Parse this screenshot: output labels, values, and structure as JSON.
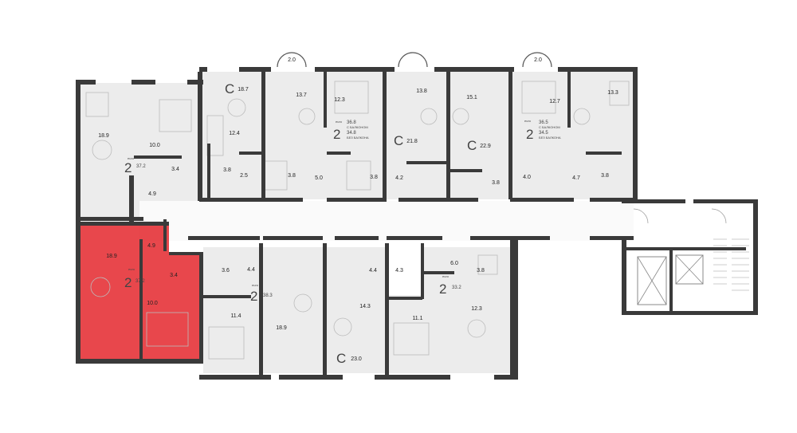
{
  "rooms": {
    "tl_189": "18.9",
    "tl_100": "10.0",
    "tl_34": "3.4",
    "tl_49": "4.9",
    "u2_187": "18.7",
    "u2_124": "12.4",
    "u2_38": "3.8",
    "u2_25": "2.5",
    "u3_137": "13.7",
    "u3_123": "12.3",
    "u3_38": "3.8",
    "u3_50": "5.0",
    "u3_balc": "2.0",
    "u4_138": "13.8",
    "u4_38": "3.8",
    "u4_42": "4.2",
    "u5_151": "15.1",
    "u5_38": "3.8",
    "u5_40": "4.0",
    "u6_127": "12.7",
    "u6_133": "13.3",
    "u6_47": "4.7",
    "u6_38": "3.8",
    "u6_balc": "2.0",
    "sel_189": "18.9",
    "sel_49": "4.9",
    "sel_34": "3.4",
    "sel_100": "10.0",
    "b2_36": "3.6",
    "b2_44": "4.4",
    "b2_114": "11.4",
    "b3_189": "18.9",
    "b4_44": "4.4",
    "b4_43": "4.3",
    "b4_143": "14.3",
    "b5_111": "11.1",
    "b6_60": "6.0",
    "b6_38": "3.8",
    "b6_123": "12.3"
  },
  "apartments": {
    "tl": {
      "prefix": "euro",
      "rooms": "2",
      "area": "37.2"
    },
    "u2": {
      "rooms": "C"
    },
    "u3": {
      "prefix": "euro",
      "rooms": "2",
      "area_balc": "36.8",
      "note_balc": "С БАЛКОНОМ",
      "area_nobalc": "34.8",
      "note_nobalc": "БЕЗ БАЛКОНА"
    },
    "u4": {
      "rooms": "C",
      "area": "21.8"
    },
    "u5": {
      "rooms": "C",
      "area": "22.9"
    },
    "u6": {
      "prefix": "euro",
      "rooms": "2",
      "area_balc": "36.5",
      "note_balc": "С БАЛКОНОМ",
      "area_nobalc": "34.5",
      "note_nobalc": "БЕЗ БАЛКОНА"
    },
    "sel": {
      "prefix": "euro",
      "rooms": "2",
      "area": "37.2"
    },
    "b3": {
      "prefix": "euro",
      "rooms": "2",
      "area": "38.3"
    },
    "b4": {
      "rooms": "C",
      "area": "23.0"
    },
    "b6": {
      "prefix": "euro",
      "rooms": "2",
      "area": "33.2"
    }
  },
  "colors": {
    "selected": "#e31e24",
    "wall": "#3a3a3a",
    "floor": "#ececec"
  }
}
